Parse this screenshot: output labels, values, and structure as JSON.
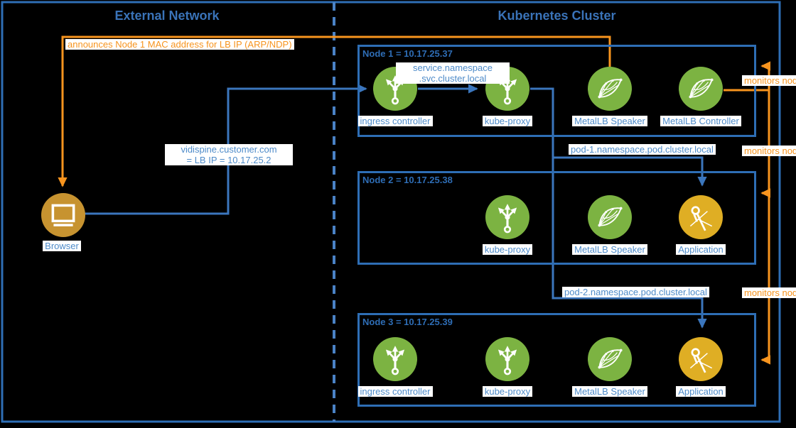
{
  "sections": {
    "left_title": "External Network",
    "right_title": "Kubernetes Cluster"
  },
  "browser": {
    "label": "Browser"
  },
  "nodes": [
    {
      "title": "Node 1 = 10.17.25.37",
      "components": [
        {
          "label": "ingress controller",
          "icon": "ingress-controller-icon"
        },
        {
          "label": "kube-proxy",
          "icon": "kube-proxy-icon"
        },
        {
          "label": "MetalLB Speaker",
          "icon": "metallb-speaker-icon"
        },
        {
          "label": "MetalLB Controller",
          "icon": "metallb-controller-icon"
        }
      ]
    },
    {
      "title": "Node 2 = 10.17.25.38",
      "components": [
        {
          "label": "kube-proxy",
          "icon": "kube-proxy-icon"
        },
        {
          "label": "MetalLB Speaker",
          "icon": "metallb-speaker-icon"
        },
        {
          "label": "Application",
          "icon": "application-icon"
        }
      ]
    },
    {
      "title": "Node 3 = 10.17.25.39",
      "components": [
        {
          "label": "ingress controller",
          "icon": "ingress-controller-icon"
        },
        {
          "label": "kube-proxy",
          "icon": "kube-proxy-icon"
        },
        {
          "label": "MetalLB Speaker",
          "icon": "metallb-speaker-icon"
        },
        {
          "label": "Application",
          "icon": "application-icon"
        }
      ]
    }
  ],
  "edge_labels": {
    "announce": "announces Node 1 MAC address for LB IP (ARP/NDP)",
    "lb_line1": "vidispine.customer.com",
    "lb_line2": "= LB IP = 10.17.25.2",
    "service_line1": "service.namespace",
    "service_line2": ".svc.cluster.local",
    "pod1": "pod-1.namespace.pod.cluster.local",
    "pod2": "pod-2.namespace.pod.cluster.local",
    "monitors": "monitors node"
  },
  "colors": {
    "line_blue": "#3b76bd",
    "line_orange": "#f7941e",
    "label_blue": "#4e8bc9",
    "title_blue": "#3a73b8",
    "green_icon": "#7cb342",
    "gold_browser": "#c79330",
    "yellow_application": "#dfae24",
    "background": "#000000"
  }
}
